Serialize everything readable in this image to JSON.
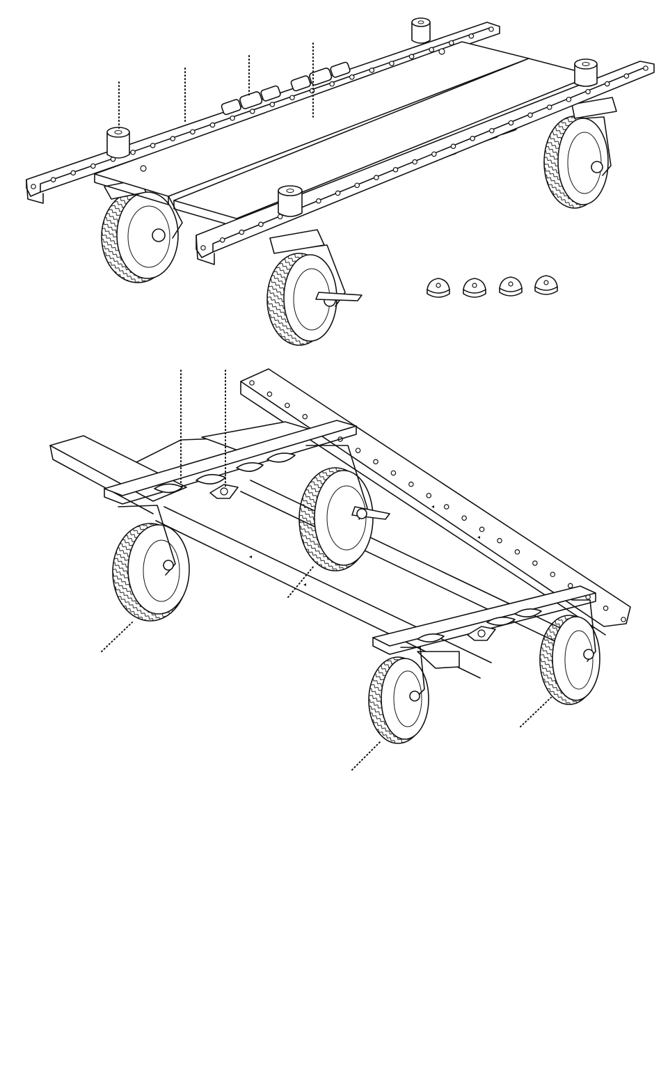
{
  "figure": {
    "views": [
      {
        "name": "top-assembly-view",
        "parts": [
          "side-rail-left",
          "side-rail-right",
          "deck-plate-1",
          "deck-plate-2",
          "roller-bearings",
          "post-caps",
          "caster-wheels"
        ]
      },
      {
        "name": "bottom-assembly-view",
        "parts": [
          "long-rails",
          "cross-brackets",
          "wing-nuts",
          "caster-wheels"
        ]
      }
    ],
    "loose_parts": {
      "name": "cap-pads",
      "count": 4
    }
  },
  "colors": {
    "line": "#111111",
    "background": "#ffffff"
  }
}
